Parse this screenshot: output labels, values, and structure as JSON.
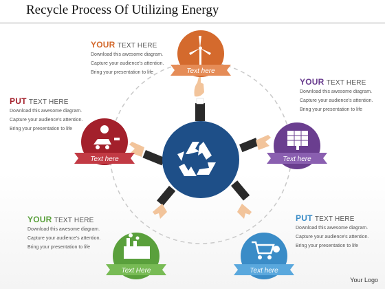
{
  "title": "Recycle Process Of Utilizing Energy",
  "colors": {
    "orange": "#d46a2d",
    "purple": "#6a3e8f",
    "blue": "#3a8cc7",
    "green": "#5aa03c",
    "red": "#a3202b",
    "navy": "#1e4f88"
  },
  "nodes": [
    {
      "label": "Text here",
      "icon": "wind-turbine-icon"
    },
    {
      "label": "Text here",
      "icon": "solar-panel-icon"
    },
    {
      "label": "Text here",
      "icon": "shopping-cart-icon"
    },
    {
      "label": "Text Here",
      "icon": "factory-icon"
    },
    {
      "label": "Text here",
      "icon": "electric-car-icon"
    }
  ],
  "center": {
    "icon": "recycle-icon"
  },
  "blocks": [
    {
      "keyword": "YOUR",
      "rest": "TEXT HERE",
      "color": "#d46a2d",
      "lines": [
        "Download this awesome diagram.",
        "Capture your audience's attention.",
        "Bring your presentation to life"
      ]
    },
    {
      "keyword": "YOUR",
      "rest": "TEXT HERE",
      "color": "#6a3e8f",
      "lines": [
        "Download this awesome diagram.",
        "Capture your audience's attention.",
        "Bring your presentation to life"
      ]
    },
    {
      "keyword": "PUT",
      "rest": "TEXT HERE",
      "color": "#3a8cc7",
      "lines": [
        "Download this awesome diagram.",
        "Capture your audience's attention.",
        "Bring your presentation to life"
      ]
    },
    {
      "keyword": "YOUR",
      "rest": "TEXT HERE",
      "color": "#5aa03c",
      "lines": [
        "Download this awesome diagram.",
        "Capture your audience's attention.",
        "Bring your presentation to life"
      ]
    },
    {
      "keyword": "PUT",
      "rest": "TEXT HERE",
      "color": "#a3202b",
      "lines": [
        "Download this awesome diagram.",
        "Capture your audience's attention.",
        "Bring your presentation to life"
      ]
    }
  ],
  "logo": "Your Logo"
}
